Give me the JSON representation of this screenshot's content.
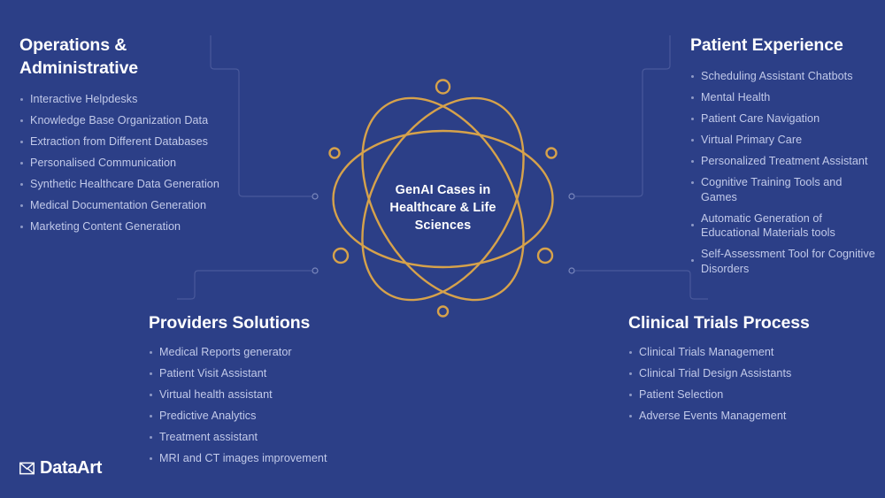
{
  "canvas": {
    "background_color": "#2c3f87",
    "accent_color": "#d6a24b",
    "heading_color": "#ffffff",
    "body_text_color": "#c2caea",
    "connector_color": "#49599b"
  },
  "center": {
    "icon": "atom-icon",
    "label_lines": [
      "GenAI Cases in",
      "Healthcare & Life",
      "Sciences"
    ],
    "label_text": "GenAI Cases in Healthcare & Life Sciences"
  },
  "quadrants": [
    {
      "id": "operations-administrative",
      "title": "Operations & Administrative",
      "items": [
        "Interactive Helpdesks",
        "Knowledge Base Organization Data",
        "Extraction from Different Databases",
        "Personalised Communication",
        "Synthetic Healthcare Data Generation",
        "Medical Documentation Generation",
        "Marketing Content Generation"
      ]
    },
    {
      "id": "patient-experience",
      "title": "Patient Experience",
      "items": [
        "Scheduling Assistant Chatbots",
        "Mental Health",
        "Patient Care Navigation",
        "Virtual Primary Care",
        "Personalized Treatment Assistant",
        "Cognitive Training Tools and Games",
        "Automatic Generation of Educational Materials tools",
        "Self-Assessment Tool for Cognitive Disorders"
      ]
    },
    {
      "id": "providers-solutions",
      "title": "Providers Solutions",
      "items": [
        "Medical Reports generator",
        "Patient Visit Assistant",
        "Virtual health assistant",
        "Predictive Analytics",
        "Treatment assistant",
        "MRI and CT images improvement"
      ]
    },
    {
      "id": "clinical-trials-process",
      "title": "Clinical Trials Process",
      "items": [
        "Clinical Trials Management",
        "Clinical Trial Design Assistants",
        "Patient Selection",
        "Adverse Events Management"
      ]
    }
  ],
  "logo": {
    "icon": "dataart-mark-icon",
    "text": "DataArt"
  }
}
